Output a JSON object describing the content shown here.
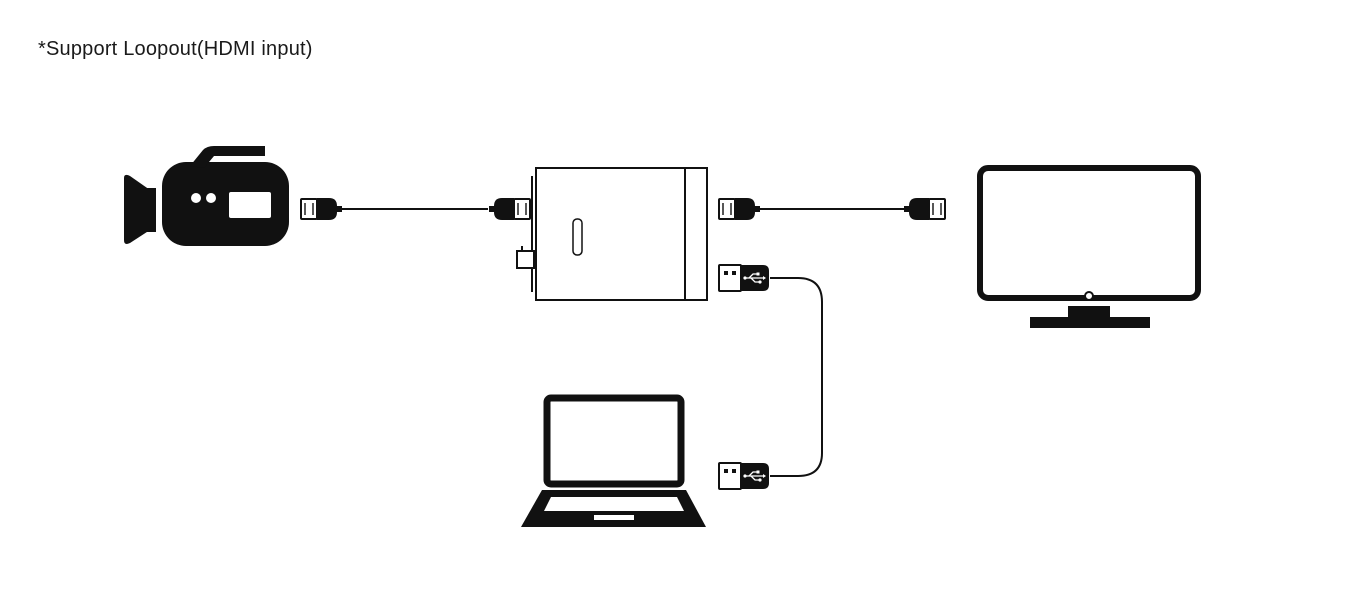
{
  "note": {
    "text": "*Support Loopout(HDMI input)"
  },
  "devices": {
    "camera": "camcorder-icon",
    "capture_box": "capture-device",
    "monitor": "monitor-icon",
    "laptop": "laptop-icon"
  },
  "cables": {
    "camera_to_box": "hdmi-cable",
    "box_to_monitor": "hdmi-cable",
    "box_to_laptop": "usb-cable"
  },
  "colors": {
    "ink": "#111111",
    "background": "#ffffff"
  }
}
